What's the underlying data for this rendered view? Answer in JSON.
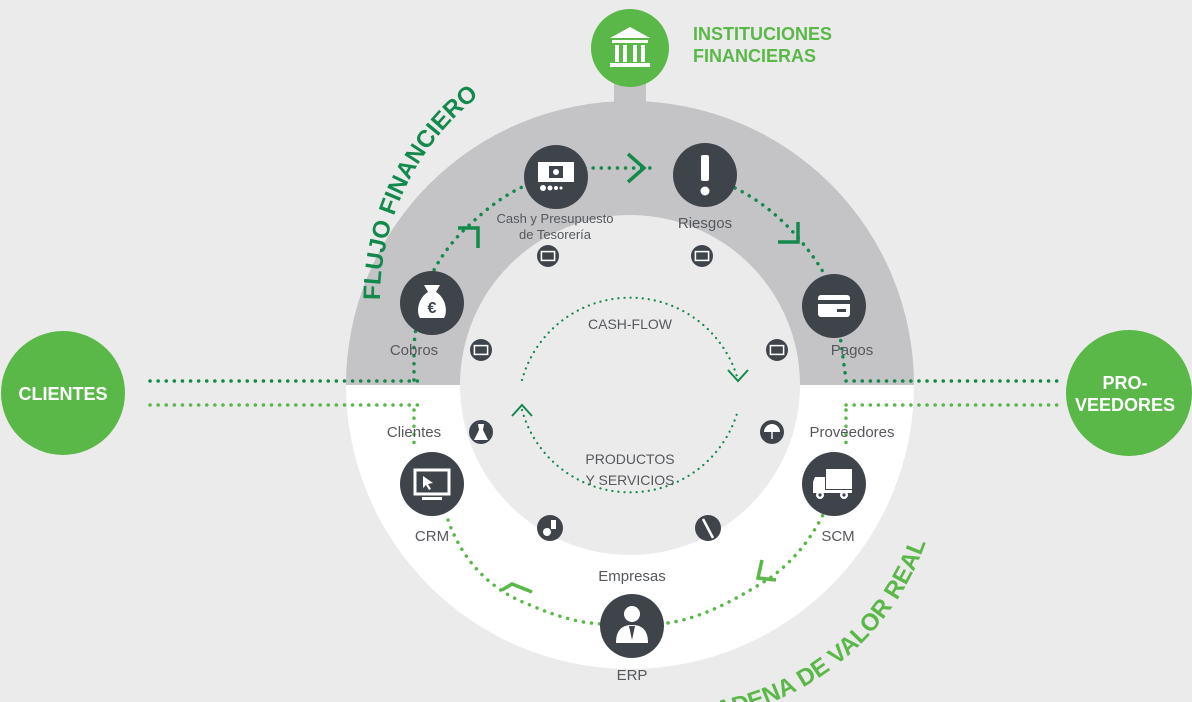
{
  "colors": {
    "background": "#ebebeb",
    "gray_band": "#c4c4c7",
    "white_band": "#ffffff",
    "dark_circle": "#3f444b",
    "green_bright": "#5ab848",
    "green_dark": "#138a4c",
    "text_gray": "#55585c"
  },
  "top_node": {
    "title_line1": "INSTITUCIONES",
    "title_line2": "FINANCIERAS",
    "icon": "bank-icon"
  },
  "left_node": {
    "title": "CLIENTES"
  },
  "right_node": {
    "title_line1": "PRO-",
    "title_line2": "VEEDORES"
  },
  "arc_titles": {
    "upper": "FLUJO FINANCIERO",
    "lower": "CADENA DE VALOR REAL"
  },
  "center": {
    "top_label": "CASH-FLOW",
    "bottom_label_line1": "PRODUCTOS",
    "bottom_label_line2": "Y SERVICIOS"
  },
  "financial_nodes": {
    "cobros": {
      "label": "Cobros",
      "icon": "money-bag-euro-icon"
    },
    "cash": {
      "label_line1": "Cash y Presupuesto",
      "label_line2": "de Tesorería",
      "icon": "cash-register-icon"
    },
    "riesgos": {
      "label": "Riesgos",
      "icon": "exclamation-icon"
    },
    "pagos": {
      "label": "Pagos",
      "icon": "credit-card-icon"
    }
  },
  "value_nodes": {
    "crm": {
      "label": "CRM",
      "icon": "monitor-cursor-icon"
    },
    "erp": {
      "label": "ERP",
      "icon": "businessman-icon"
    },
    "scm": {
      "label": "SCM",
      "icon": "truck-icon"
    }
  },
  "inner_labels": {
    "clientes": "Clientes",
    "proveedores": "Proveedores",
    "empresas": "Empresas"
  },
  "small_icons": {
    "banknote": "banknote-icon",
    "dress": "dress-icon",
    "umbrella": "umbrella-icon",
    "products": "products-icon",
    "pencil": "pencil-icon",
    "currency_symbol": "€"
  }
}
